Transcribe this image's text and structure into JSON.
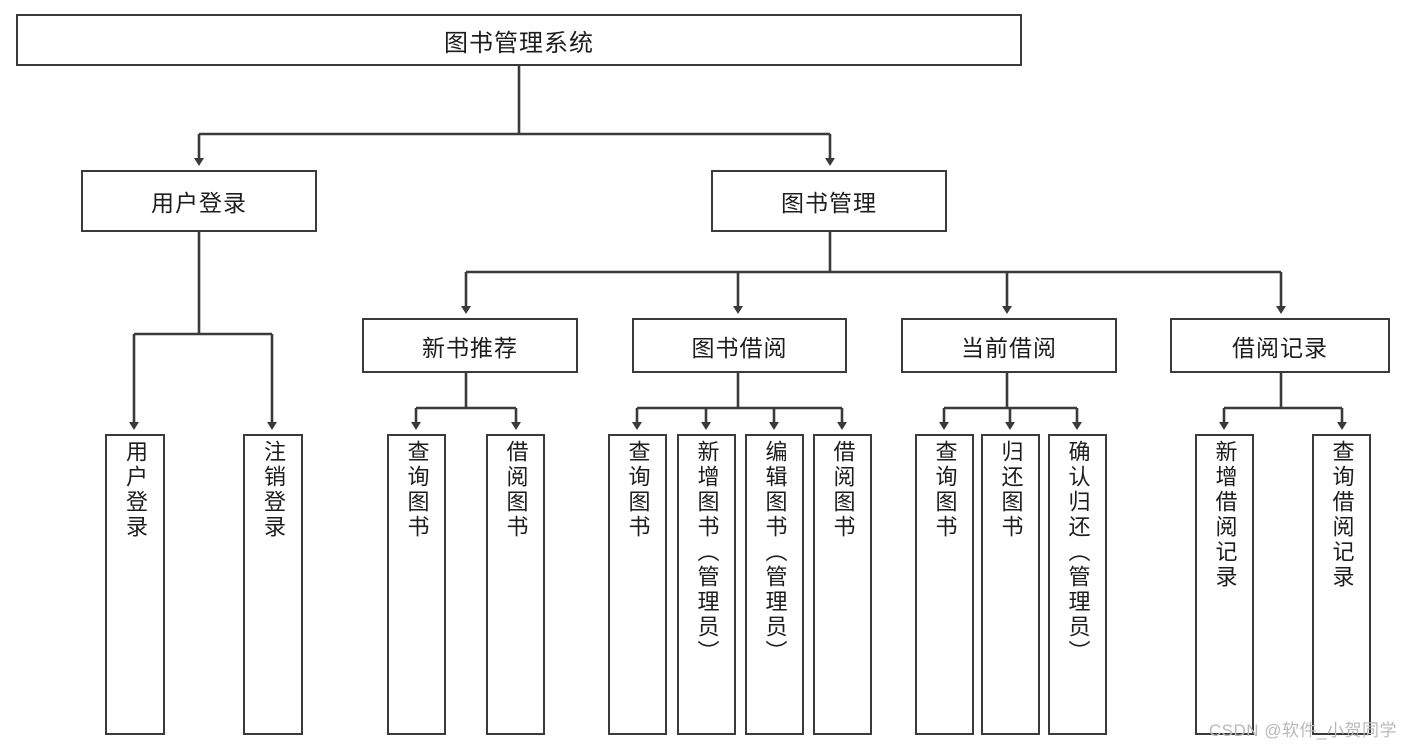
{
  "diagram": {
    "type": "tree-hierarchy",
    "title": "图书管理系统",
    "watermark": "CSDN @软件_小贺同学",
    "colors": {
      "box_border": "#3a3a3a",
      "box_fill": "#ffffff",
      "connector": "#3a3a3a",
      "text": "#1d1d1d",
      "watermark": "#b9b9b9"
    },
    "root": {
      "label": "图书管理系统",
      "level": 0
    },
    "level1": [
      {
        "label": "用户登录"
      },
      {
        "label": "图书管理"
      }
    ],
    "level2": [
      {
        "label": "新书推荐"
      },
      {
        "label": "图书借阅"
      },
      {
        "label": "当前借阅"
      },
      {
        "label": "借阅记录"
      }
    ],
    "leaves": {
      "user_login": [
        {
          "label": "用户登录"
        },
        {
          "label": "注销登录"
        }
      ],
      "new_book_recommend": [
        {
          "label": "查询图书"
        },
        {
          "label": "借阅图书"
        }
      ],
      "book_borrow": [
        {
          "label": "查询图书"
        },
        {
          "label": "新增图书（管理员）"
        },
        {
          "label": "编辑图书（管理员）"
        },
        {
          "label": "借阅图书"
        }
      ],
      "current_borrow": [
        {
          "label": "查询图书"
        },
        {
          "label": "归还图书"
        },
        {
          "label": "确认归还（管理员）"
        }
      ],
      "borrow_record": [
        {
          "label": "新增借阅记录"
        },
        {
          "label": "查询借阅记录"
        }
      ]
    }
  }
}
